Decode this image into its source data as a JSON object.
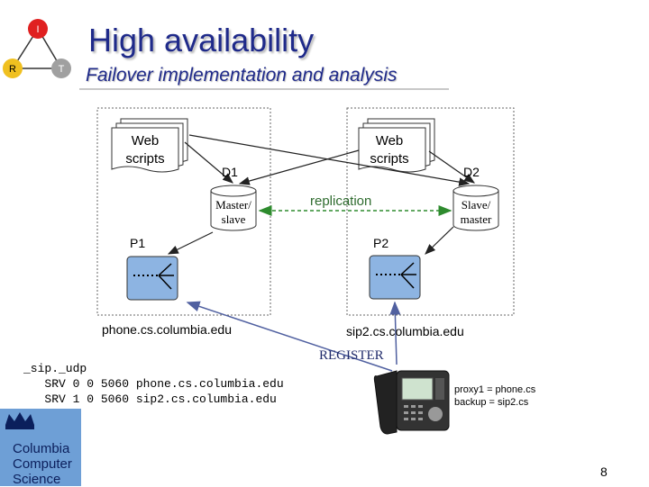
{
  "logo": {
    "nodes": [
      "I",
      "R",
      "T"
    ]
  },
  "title": "High availability",
  "subtitle": "Failover implementation and analysis",
  "left_group": {
    "web_scripts": "Web scripts",
    "domain": "D1",
    "db": "Master/ slave",
    "proxy": "P1",
    "host": "phone.cs.columbia.edu"
  },
  "right_group": {
    "web_scripts": "Web scripts",
    "domain": "D2",
    "db": "Slave/ master",
    "proxy": "P2",
    "host": "sip2.cs.columbia.edu"
  },
  "replication_label": "replication",
  "register_label": "REGISTER",
  "dns_records": "_sip._udp\n   SRV 0 0 5060 phone.cs.columbia.edu\n   SRV 1 0 5060 sip2.cs.columbia.edu",
  "phone_config": {
    "line1": "proxy1 = phone.cs",
    "line2": "backup = sip2.cs"
  },
  "columbia_logo": "Columbia\nComputer\nScience",
  "page_number": "8",
  "colors": {
    "title": "#1f2a8a",
    "proxy_box": "#8db4e2",
    "replication": "#2e8b2e",
    "logo_bg": "#6e9fd6"
  }
}
